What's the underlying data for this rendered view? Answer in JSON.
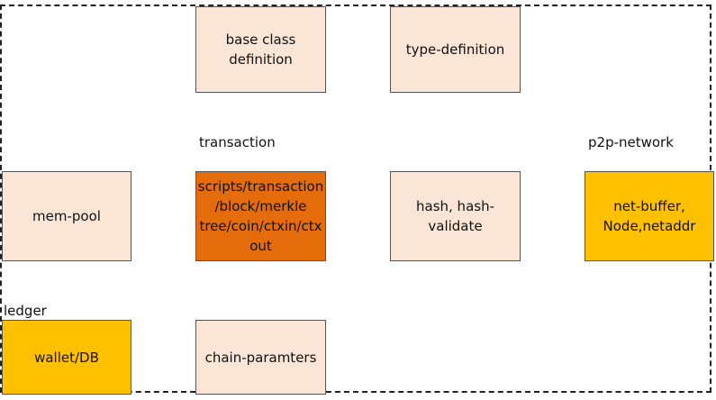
{
  "labels": {
    "transaction": "transaction",
    "p2p": "p2p-network",
    "ledger": "ledger"
  },
  "boxes": {
    "base_class": [
      "base class",
      "definition"
    ],
    "type_definition": [
      "type-definition"
    ],
    "mem_pool": [
      "mem-pool"
    ],
    "scripts": [
      "scripts/transaction",
      "/block/merkle",
      "tree/coin/ctxin/ctx",
      "out"
    ],
    "hash": [
      "hash, hash-validate"
    ],
    "net_buffer": [
      "net-buffer,",
      "Node,netaddr"
    ],
    "wallet": [
      "wallet/DB"
    ],
    "chain_params": [
      "chain-paramters"
    ]
  },
  "colors": {
    "light_fill": "#fbe5d6",
    "dark_fill": "#e46c0a",
    "gold_fill": "#ffc000",
    "border": "#555555"
  }
}
